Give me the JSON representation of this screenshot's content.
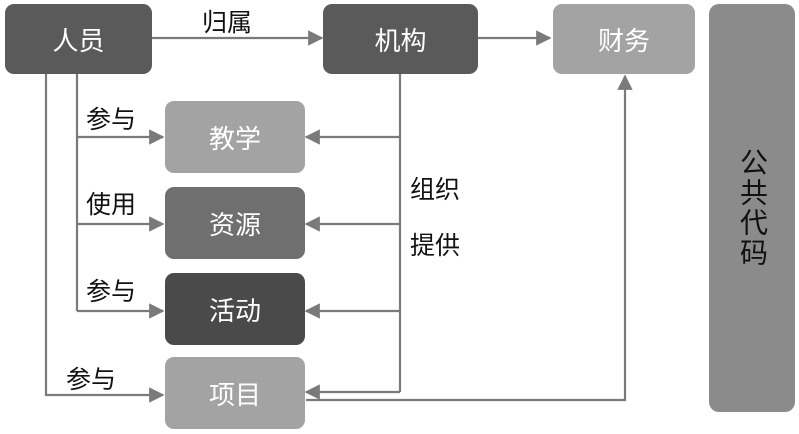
{
  "nodes": {
    "personnel": "人员",
    "institution": "机构",
    "finance": "财务",
    "teaching": "教学",
    "resources": "资源",
    "activities": "活动",
    "projects": "项目",
    "public_code": "公共代码"
  },
  "edges": {
    "belongs_to": "归属",
    "participate_teaching": "参与",
    "use_resources": "使用",
    "participate_activities": "参与",
    "participate_projects": "参与",
    "organize": "组织",
    "provide": "提供"
  },
  "colors": {
    "personnel": "#5a5a5a",
    "institution": "#5a5a5a",
    "finance": "#a3a3a3",
    "teaching": "#a3a3a3",
    "resources": "#6f6f6f",
    "activities": "#4a4a4a",
    "projects": "#a3a3a3",
    "public_code": "#8b8b8b",
    "connector": "#7a7a7a"
  }
}
